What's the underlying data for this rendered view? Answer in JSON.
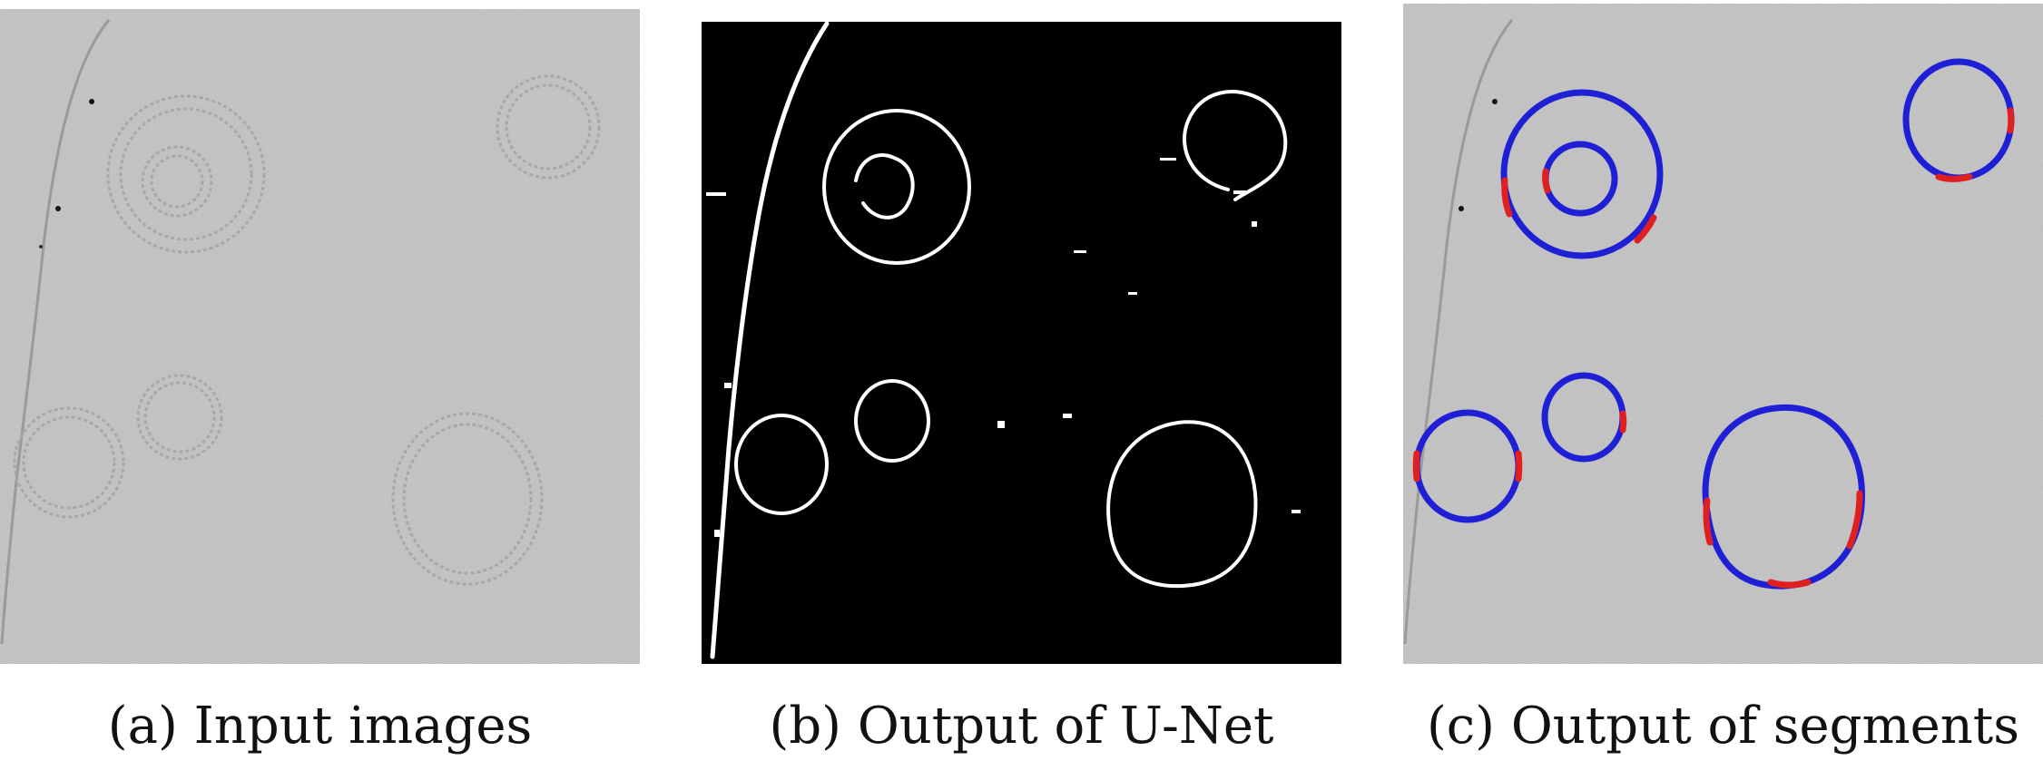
{
  "figure": {
    "captions": {
      "a": "(a) Input images",
      "b": "(b) Output of U-Net",
      "c": "(c) Output of segments"
    },
    "colors": {
      "micrograph_bg": "#c4c4c4",
      "unet_bg": "#000000",
      "unet_line": "#ffffff",
      "segment_primary": "#1f1fd6",
      "segment_mismatch": "#e02020"
    }
  }
}
